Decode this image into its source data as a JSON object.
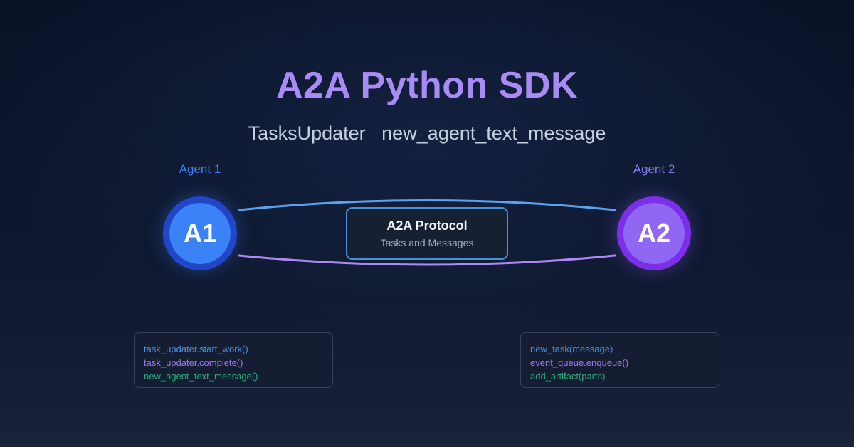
{
  "header": {
    "title": "A2A Python SDK",
    "subtitle": "TasksUpdater   new_agent_text_message",
    "title_color": "#a98bf5",
    "subtitle_color": "#c5cfdf"
  },
  "diagram": {
    "left_agent": {
      "label": "Agent 1",
      "initials": "A1",
      "fill_color": "#3b82f6",
      "ring_color": "#2146c8",
      "label_color": "#3b82f6"
    },
    "right_agent": {
      "label": "Agent 2",
      "initials": "A2",
      "fill_color": "#9067f2",
      "ring_color": "#7c2fe8",
      "label_color": "#8b7cf0"
    },
    "protocol": {
      "title": "A2A Protocol",
      "subtitle": "Tasks and Messages",
      "border_color": "#4a90d9"
    },
    "links": [
      {
        "name": "top-link",
        "color": "#5aa3f0",
        "direction": "left-to-right"
      },
      {
        "name": "bottom-link",
        "color": "#b088f5",
        "direction": "right-to-left"
      }
    ]
  },
  "code_panels": {
    "left": {
      "lines": [
        "task_updater.start_work()",
        "task_updater.complete()",
        "new_agent_text_message()"
      ]
    },
    "right": {
      "lines": [
        "new_task(message)",
        "event_queue.enqueue()",
        "add_artifact(parts)"
      ]
    }
  },
  "colors": {
    "background_top": "#0a1228",
    "background_bottom": "#182238",
    "code_blue": "#4a90e2",
    "code_purple": "#9b7ae8",
    "code_green": "#2aab7e"
  }
}
